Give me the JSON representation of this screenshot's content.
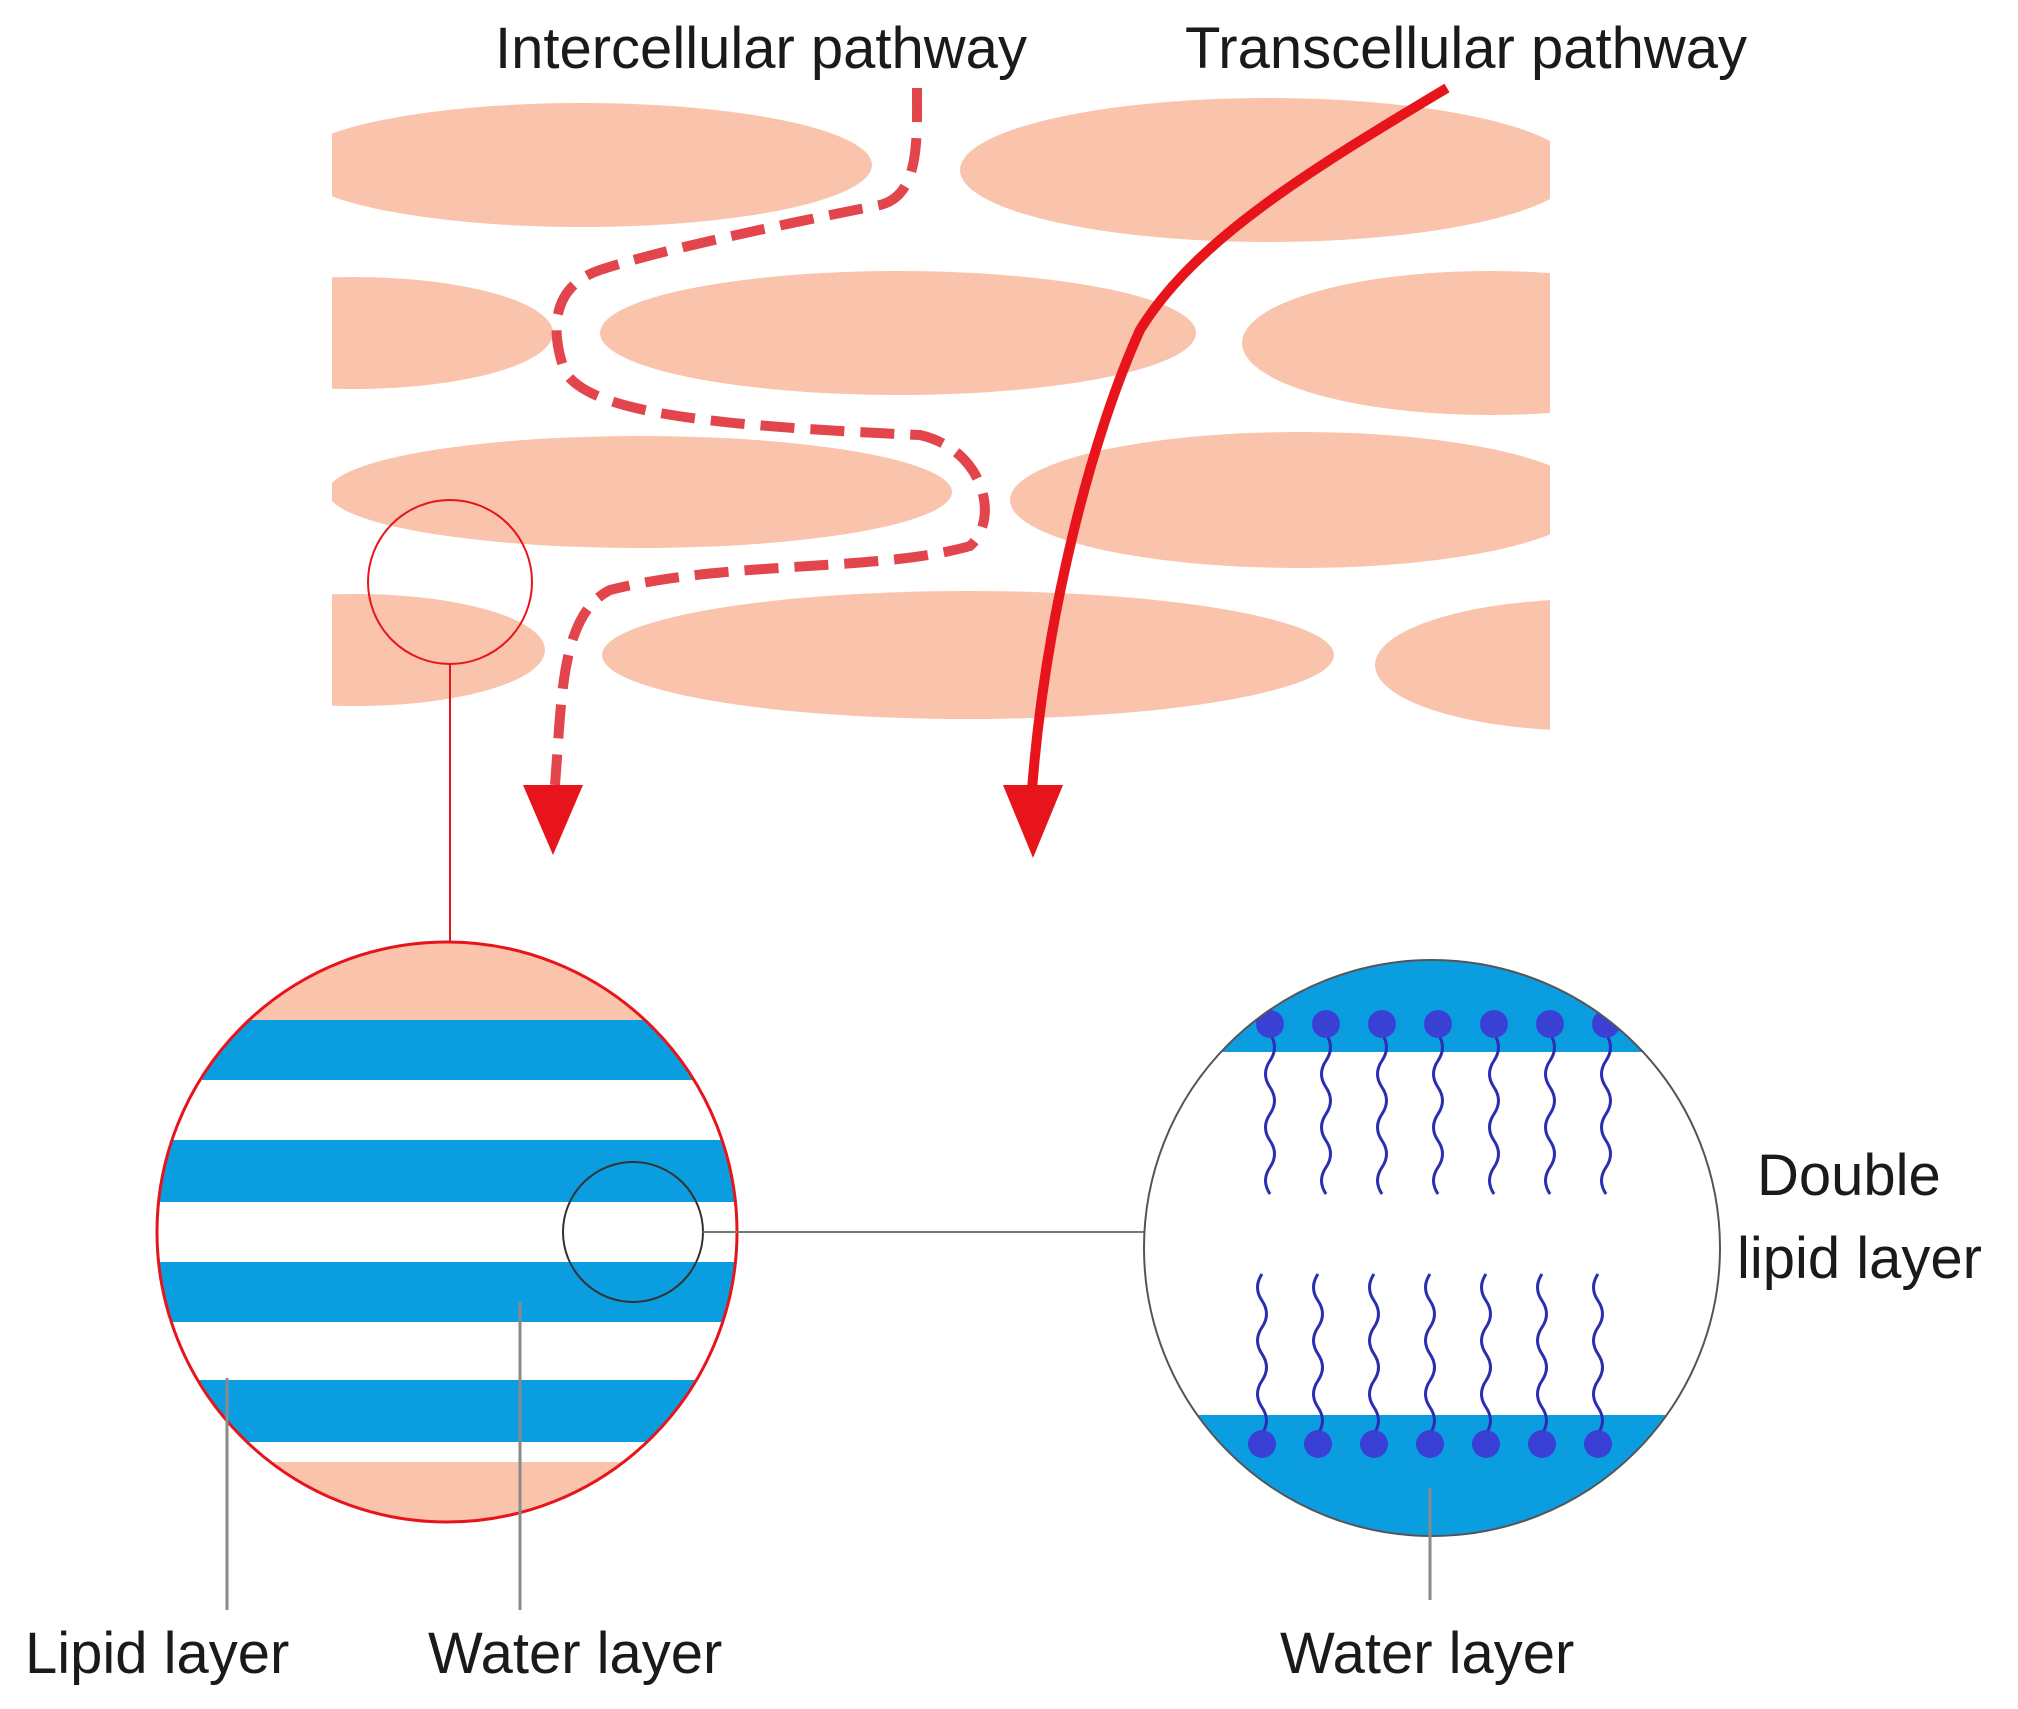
{
  "labels": {
    "intercellular": "Intercellular pathway",
    "transcellular": "Transcellular pathway",
    "lipid_layer": "Lipid layer",
    "water_layer_left": "Water layer",
    "water_layer_right": "Water layer",
    "double_lipid_line1": "Double",
    "double_lipid_line2": "lipid layer"
  },
  "colors": {
    "cell": "#f9c3ac",
    "pathway": "#e8141c",
    "pathway_dashed": "#e2454c",
    "water": "#0a9ee0",
    "lipid_head": "#3a3fd6",
    "lipid_tail": "#2a2fb0",
    "leader_line": "#8a8a8a",
    "outline": "#555555"
  }
}
